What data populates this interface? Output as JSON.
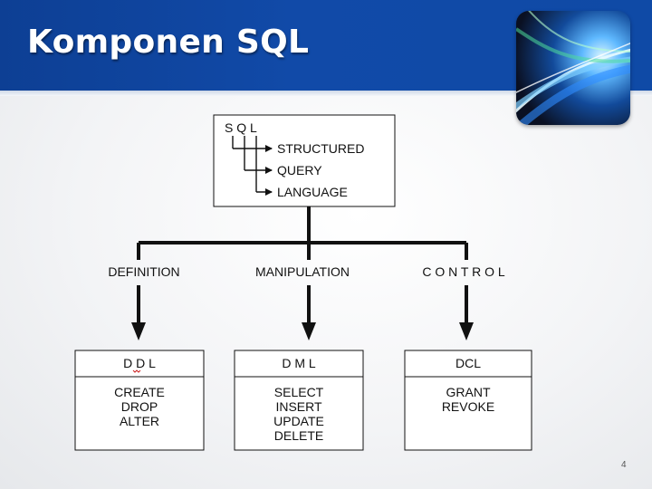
{
  "slide": {
    "title": "Komponen SQL",
    "page_number": "4"
  },
  "sql_box": {
    "acronym": "S Q L",
    "expansions": [
      "STRUCTURED",
      "QUERY",
      "LANGUAGE"
    ]
  },
  "branches": [
    {
      "category": "DEFINITION",
      "box_title": "D D L",
      "commands": [
        "CREATE",
        "DROP",
        "ALTER"
      ]
    },
    {
      "category": "MANIPULATION",
      "box_title": "D M L",
      "commands": [
        "SELECT",
        "INSERT",
        "UPDATE",
        "DELETE"
      ]
    },
    {
      "category": "C O N T R O L",
      "box_title": "DCL",
      "commands": [
        "GRANT",
        "REVOKE"
      ]
    }
  ],
  "colors": {
    "header_blue": "#114aa8",
    "line": "#111111"
  },
  "icons": {
    "logo": "light-streak-logo-icon"
  }
}
